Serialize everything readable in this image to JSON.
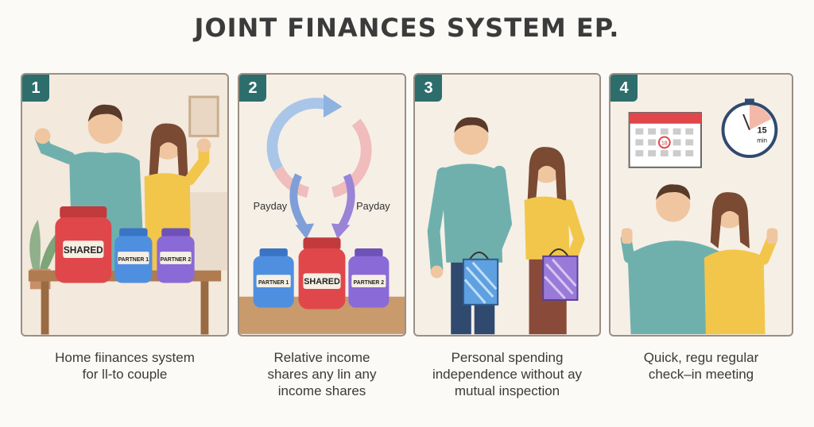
{
  "title": "JOINT FINANCES SYSTEM EP.",
  "panels": [
    {
      "number": "1",
      "jars": {
        "shared": "SHARED",
        "partner1": "PARTNER 1",
        "partner2": "PARTNER 2"
      },
      "caption": [
        "Home fiinances system",
        "for ll-to couple"
      ]
    },
    {
      "number": "2",
      "labels": {
        "left": "Payday",
        "right": "Payday"
      },
      "jars": {
        "shared": "SHARED",
        "partner1": "PARTNER 1",
        "partner2": "PARTNER 2"
      },
      "caption": [
        "Relative income",
        "shares any lin any",
        "income shares"
      ]
    },
    {
      "number": "3",
      "caption": [
        "Personal spending",
        "independence without ay",
        "mutual inspection"
      ]
    },
    {
      "number": "4",
      "timer": {
        "value": "15",
        "unit": "min"
      },
      "calendar_mark": "18",
      "caption": [
        "Quick, regu regular",
        "check–in meeting"
      ]
    }
  ],
  "colors": {
    "badge": "#2d6e6d",
    "shared_jar": "#e0474a",
    "partner1_jar": "#4f8fe0",
    "partner2_jar": "#8a6ad6"
  }
}
